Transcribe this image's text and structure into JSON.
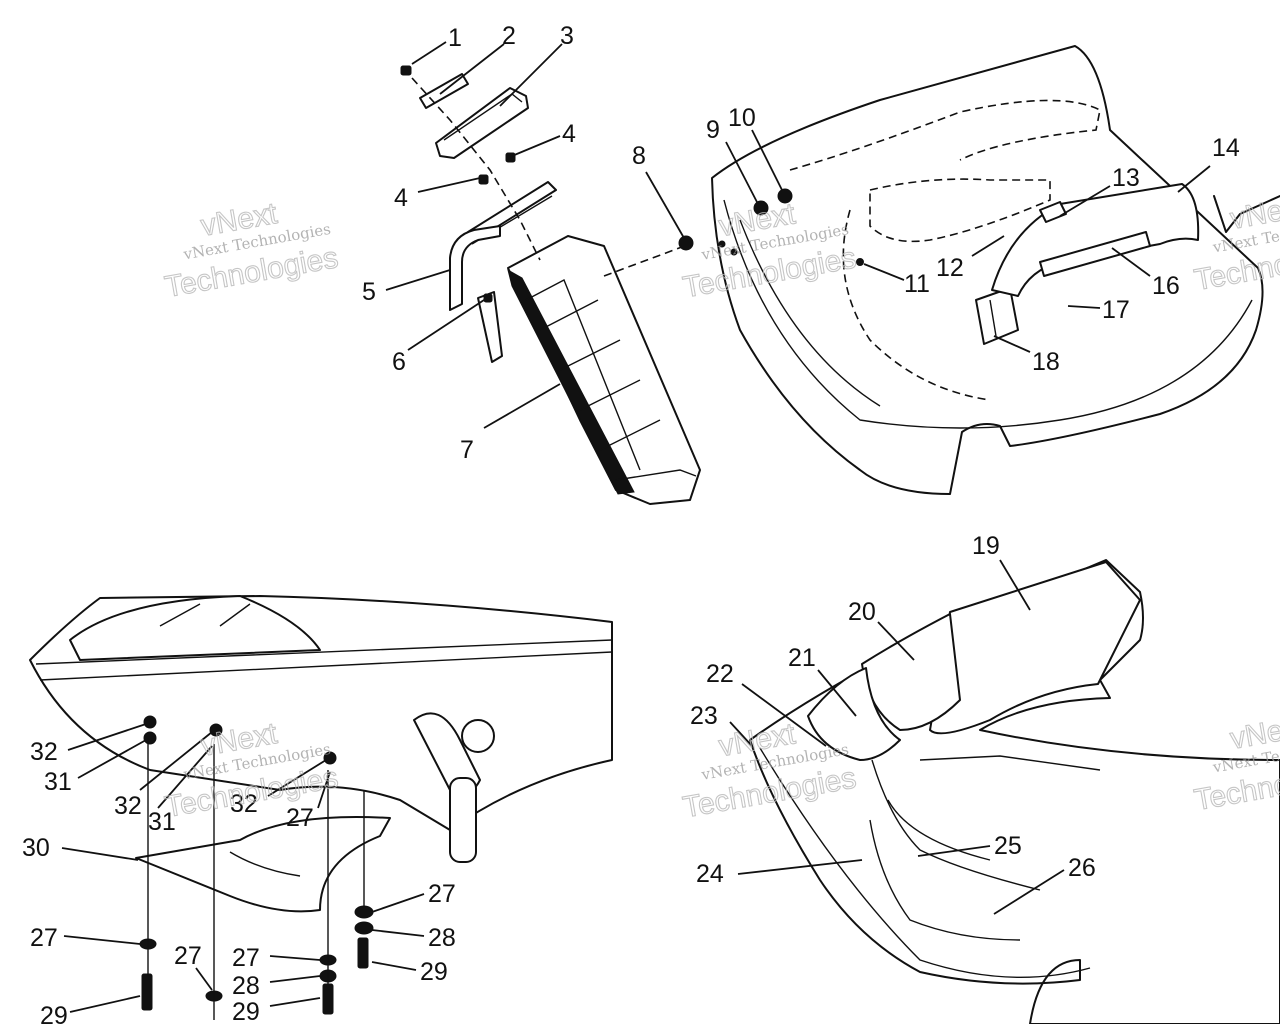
{
  "watermark": {
    "small": "vNext Technologies",
    "big_line1": "vNext",
    "big_line2": "Technologies"
  },
  "callouts": [
    "1",
    "2",
    "3",
    "4",
    "5",
    "6",
    "7",
    "8",
    "9",
    "10",
    "11",
    "12",
    "13",
    "14",
    "16",
    "17",
    "18",
    "19",
    "20",
    "21",
    "22",
    "23",
    "24",
    "25",
    "26",
    "27",
    "28",
    "29",
    "30",
    "31",
    "32"
  ],
  "colors": {
    "ink": "#111111",
    "watermark": "#9a9a9a",
    "background": "#ffffff"
  }
}
